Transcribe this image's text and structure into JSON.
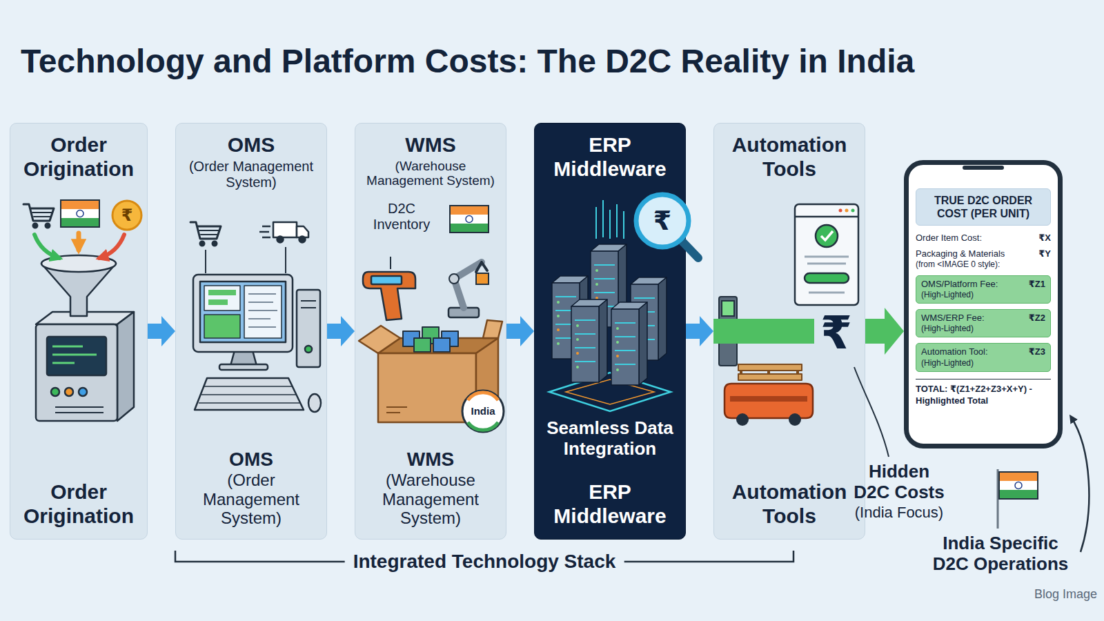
{
  "diagram": {
    "title": "Technology and Platform Costs: The D2C Reality in India",
    "nodes": [
      {
        "text": [
          "Order Origination",
          "Order Origination"
        ]
      },
      {
        "text": [
          "OMS",
          "(Order Management System)",
          "OMS",
          "(Order Management System)"
        ]
      },
      {
        "text": [
          "WMS",
          "(Warehouse Management System)",
          "D2C Inventory",
          "WMS",
          "(Warehouse Management System)"
        ]
      },
      {
        "text": [
          "ERP Middleware",
          "Seamless Data Integration",
          "ERP Middleware"
        ]
      },
      {
        "text": [
          "Automation Tools",
          "Automation Tools"
        ]
      },
      {
        "text": [
          "Order Item Cost:",
          "₹X",
          "Packaging & Materials",
          "₹Y",
          "(from <IMAGE 0 style):",
          "TOTAL: ₹(Z1+Z2+Z3+X+Y) - Highlighted Total"
        ]
      },
      {
        "text": [
          "TRUE D2C ORDER COST (PER UNIT)"
        ],
        "in": 5
      },
      {
        "text": [
          "OMS/Platform Fee:",
          "₹Z1",
          "(High-Lighted)"
        ],
        "in": 5
      },
      {
        "text": [
          "WMS/ERP Fee:",
          "₹Z2",
          "(High-Lighted)"
        ],
        "in": 5
      },
      {
        "text": [
          "Automation Tool:",
          "₹Z3",
          "(High-Lighted)"
        ],
        "in": 5
      }
    ],
    "edges": [
      {
        "from": 0,
        "to": 1,
        "arrow": "to"
      },
      {
        "from": 1,
        "to": 2,
        "arrow": "to"
      },
      {
        "from": 2,
        "to": 3,
        "arrow": "to"
      },
      {
        "from": 3,
        "to": 4,
        "arrow": "to"
      },
      {
        "from": 4,
        "to": 5,
        "arrow": "to"
      }
    ],
    "labels": [
      "₹",
      "India",
      "₹",
      "₹",
      "Hidden D2C Costs",
      "(India Focus)",
      "India Specific D2C Operations",
      "Integrated Technology Stack",
      "Blog Image"
    ]
  }
}
